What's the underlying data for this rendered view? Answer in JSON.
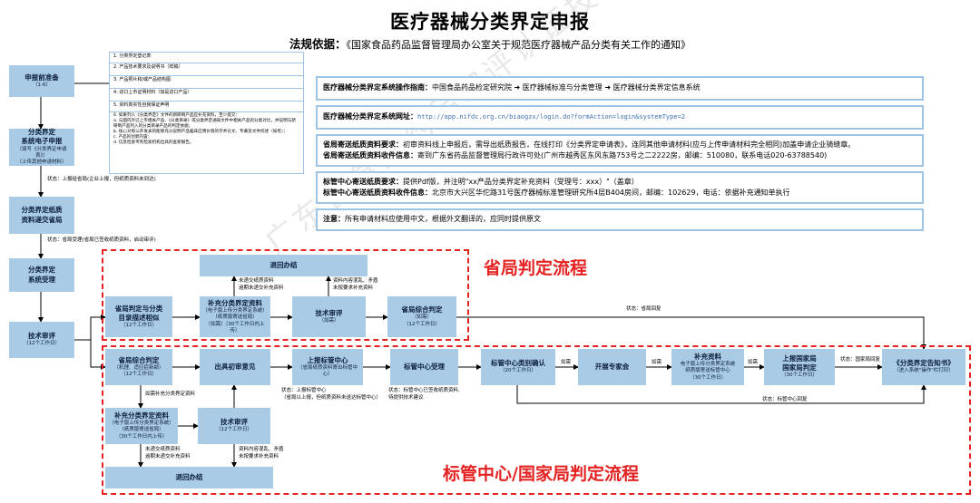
{
  "title": "医疗器械分类界定申报",
  "basis": {
    "label": "法规依据：",
    "text": "《国家食品药品监督管理局办公室关于规范医疗器械产品分类有关工作的通知》"
  },
  "watermark": "广东省食品药品审评认证技术协会",
  "left_flow": {
    "prep": {
      "title": "申报前准备",
      "sub": "（1-6）"
    },
    "online": {
      "title": "分类界定\n系统电子申报",
      "sub": "（填写《分类界定申请表》）\n（上传其他申请材料）"
    },
    "status1": "状态：上报给省局(企业上报，但纸质资料未到达)",
    "mail": {
      "title": "分类界定纸质\n资料递交省局"
    },
    "status2": "状态：省局受理(省局已签收纸质资料，启动审评)",
    "accept": {
      "title": "分类界定\n系统受理"
    },
    "review": {
      "title": "技术审评",
      "sub": "（12个工作日）"
    }
  },
  "prep_list": [
    "1. 分类界定登记表",
    "2. 产品技术要求及说明书（样稿）",
    "3. 产品照片和/或产品结构图",
    "4. 进口上市证明材料（如是进口产品）",
    "5. 资料真实性自我保证声明",
    "6. 如果列入《分类界定》文件的新研制产品应补充资料，至少提交：\n a. 与国内外已上市相关产品、《分类目录》或分类界定通知文件中相关产品的分类对比，并说明与新研制产品列入的分类目录产品的判定依据；\n b. 核心对照公开发表的能够充分说明产品临床应用价值的学术论文、专著及文件综述（如有）；\n c. 产品的创新内容；\n d. 信息检索专利检索机构出具的查新报告。"
  ],
  "info": [
    {
      "label": "医疗器械分类界定系统操作指南：",
      "text": "中国食品药品检定研究院 ➜ 医疗器械标准与分类管理 ➜ 医疗器械分类界定信息系统"
    },
    {
      "label": "医疗器械分类界定系统网址：",
      "url": "http://app.nifdc.org.cn/biaogzx/login.do?formAction=login&systemType=2"
    },
    {
      "label1": "省局寄送纸质资料要求：",
      "text1": "初审资料线上申报后，需导出纸质报告，在线打印《分类界定申请表》，连同其他申请材料(应与上传申请材料完全相同)加盖申请企业骑缝章。",
      "label2": "省局寄送纸质资料收件信息：",
      "text2": "寄到广东省药品监督管理局行政许可处(广州市越秀区东风东路753号之二2222房，邮编：510080，联系电话020-63788540)"
    },
    {
      "label1": "标管中心寄送纸质要求：",
      "text1": "提供Pdf版，并注明\"xx产品分类界定补充资料（受理号：xxx）\"（盖章）",
      "label2": "标管中心寄送纸质资料收件信息：",
      "text2": "北京市大兴区华佗路31号医疗器械标准管理研究所4层B404房间，邮编：102629，电话：依据补充通知单执行"
    },
    {
      "label": "注意：",
      "text": "所有申请材料应使用中文，根据外文翻译的，应同时提供原文"
    }
  ],
  "provincial": {
    "heading": "省局判定流程",
    "return": "退回办结",
    "judge": {
      "title": "省局判定与分类\n目录描述相似",
      "sub": "（12个工作日）"
    },
    "supplement": {
      "title": "补充分类界定资料",
      "sub": "（电子版上传分类界定系统）\n（纸质版寄送省局）\n（如需）（30个工作日内上传）"
    },
    "review": {
      "title": "技术审评",
      "sub": "（如需）"
    },
    "final": {
      "title": "省局综合判定",
      "sub": "（如需）\n（12个工作日）"
    },
    "note_return": "未递交纸质资料\n逾期未递交补充资料",
    "note_unclear": "资料内容混乱、矛盾\n未按要求补充资料",
    "status_reply": "状态：省局回复"
  },
  "national": {
    "heading": "标管中心/国家局判定流程",
    "combined": {
      "title": "省局综合判定",
      "sub": "（机理、适应症新颖）\n（12个工作日）"
    },
    "opinion": {
      "title": "出具初审意见"
    },
    "report": {
      "title": "上报标管中心",
      "sub": "（省局纸质资料寄出标管中心）"
    },
    "accept": {
      "title": "标管中心受理"
    },
    "confirm": {
      "title": "标管中心类别确认",
      "sub": "（20个工作日）"
    },
    "expert": {
      "title": "开展专家会"
    },
    "supp": {
      "title": "补充资料",
      "sub": "电子版上传分类界定系统\n纸质版寄送标管中心\n（30个工作日）"
    },
    "nmpa": {
      "title": "上报国家局\n国家局判定",
      "sub": "（30个工作日）"
    },
    "notice": {
      "title": "《分类界定告知书》",
      "sub": "（进入系统\"操作\"栏打印）"
    },
    "supplement": {
      "title": "补充分类界定资料",
      "sub": "（电子版上传分类界定系统）\n（纸质版寄送省局）\n（30个工作日内上传）"
    },
    "review": {
      "title": "技术审评",
      "sub": "（12个工作日）"
    },
    "return": "退回办结",
    "note_need": "如需补充分类界定资料",
    "note_return": "未递交纸质资料\n逾期未递交补充资料",
    "note_unclear": "资料内容混乱、矛盾\n未按要求补充资料",
    "status_report": "状态：上报标管中心\n（省局以上报，但纸质资料未送达标管中心）",
    "status_accept": "状态：标管中心已签收纸质资料,\n待提供技术建议",
    "if_need1": "如需",
    "if_need2": "如需",
    "if_need3": "如需",
    "status_nmpa": "状态：国家局回复",
    "status_center": "状态：标管中心回复"
  }
}
